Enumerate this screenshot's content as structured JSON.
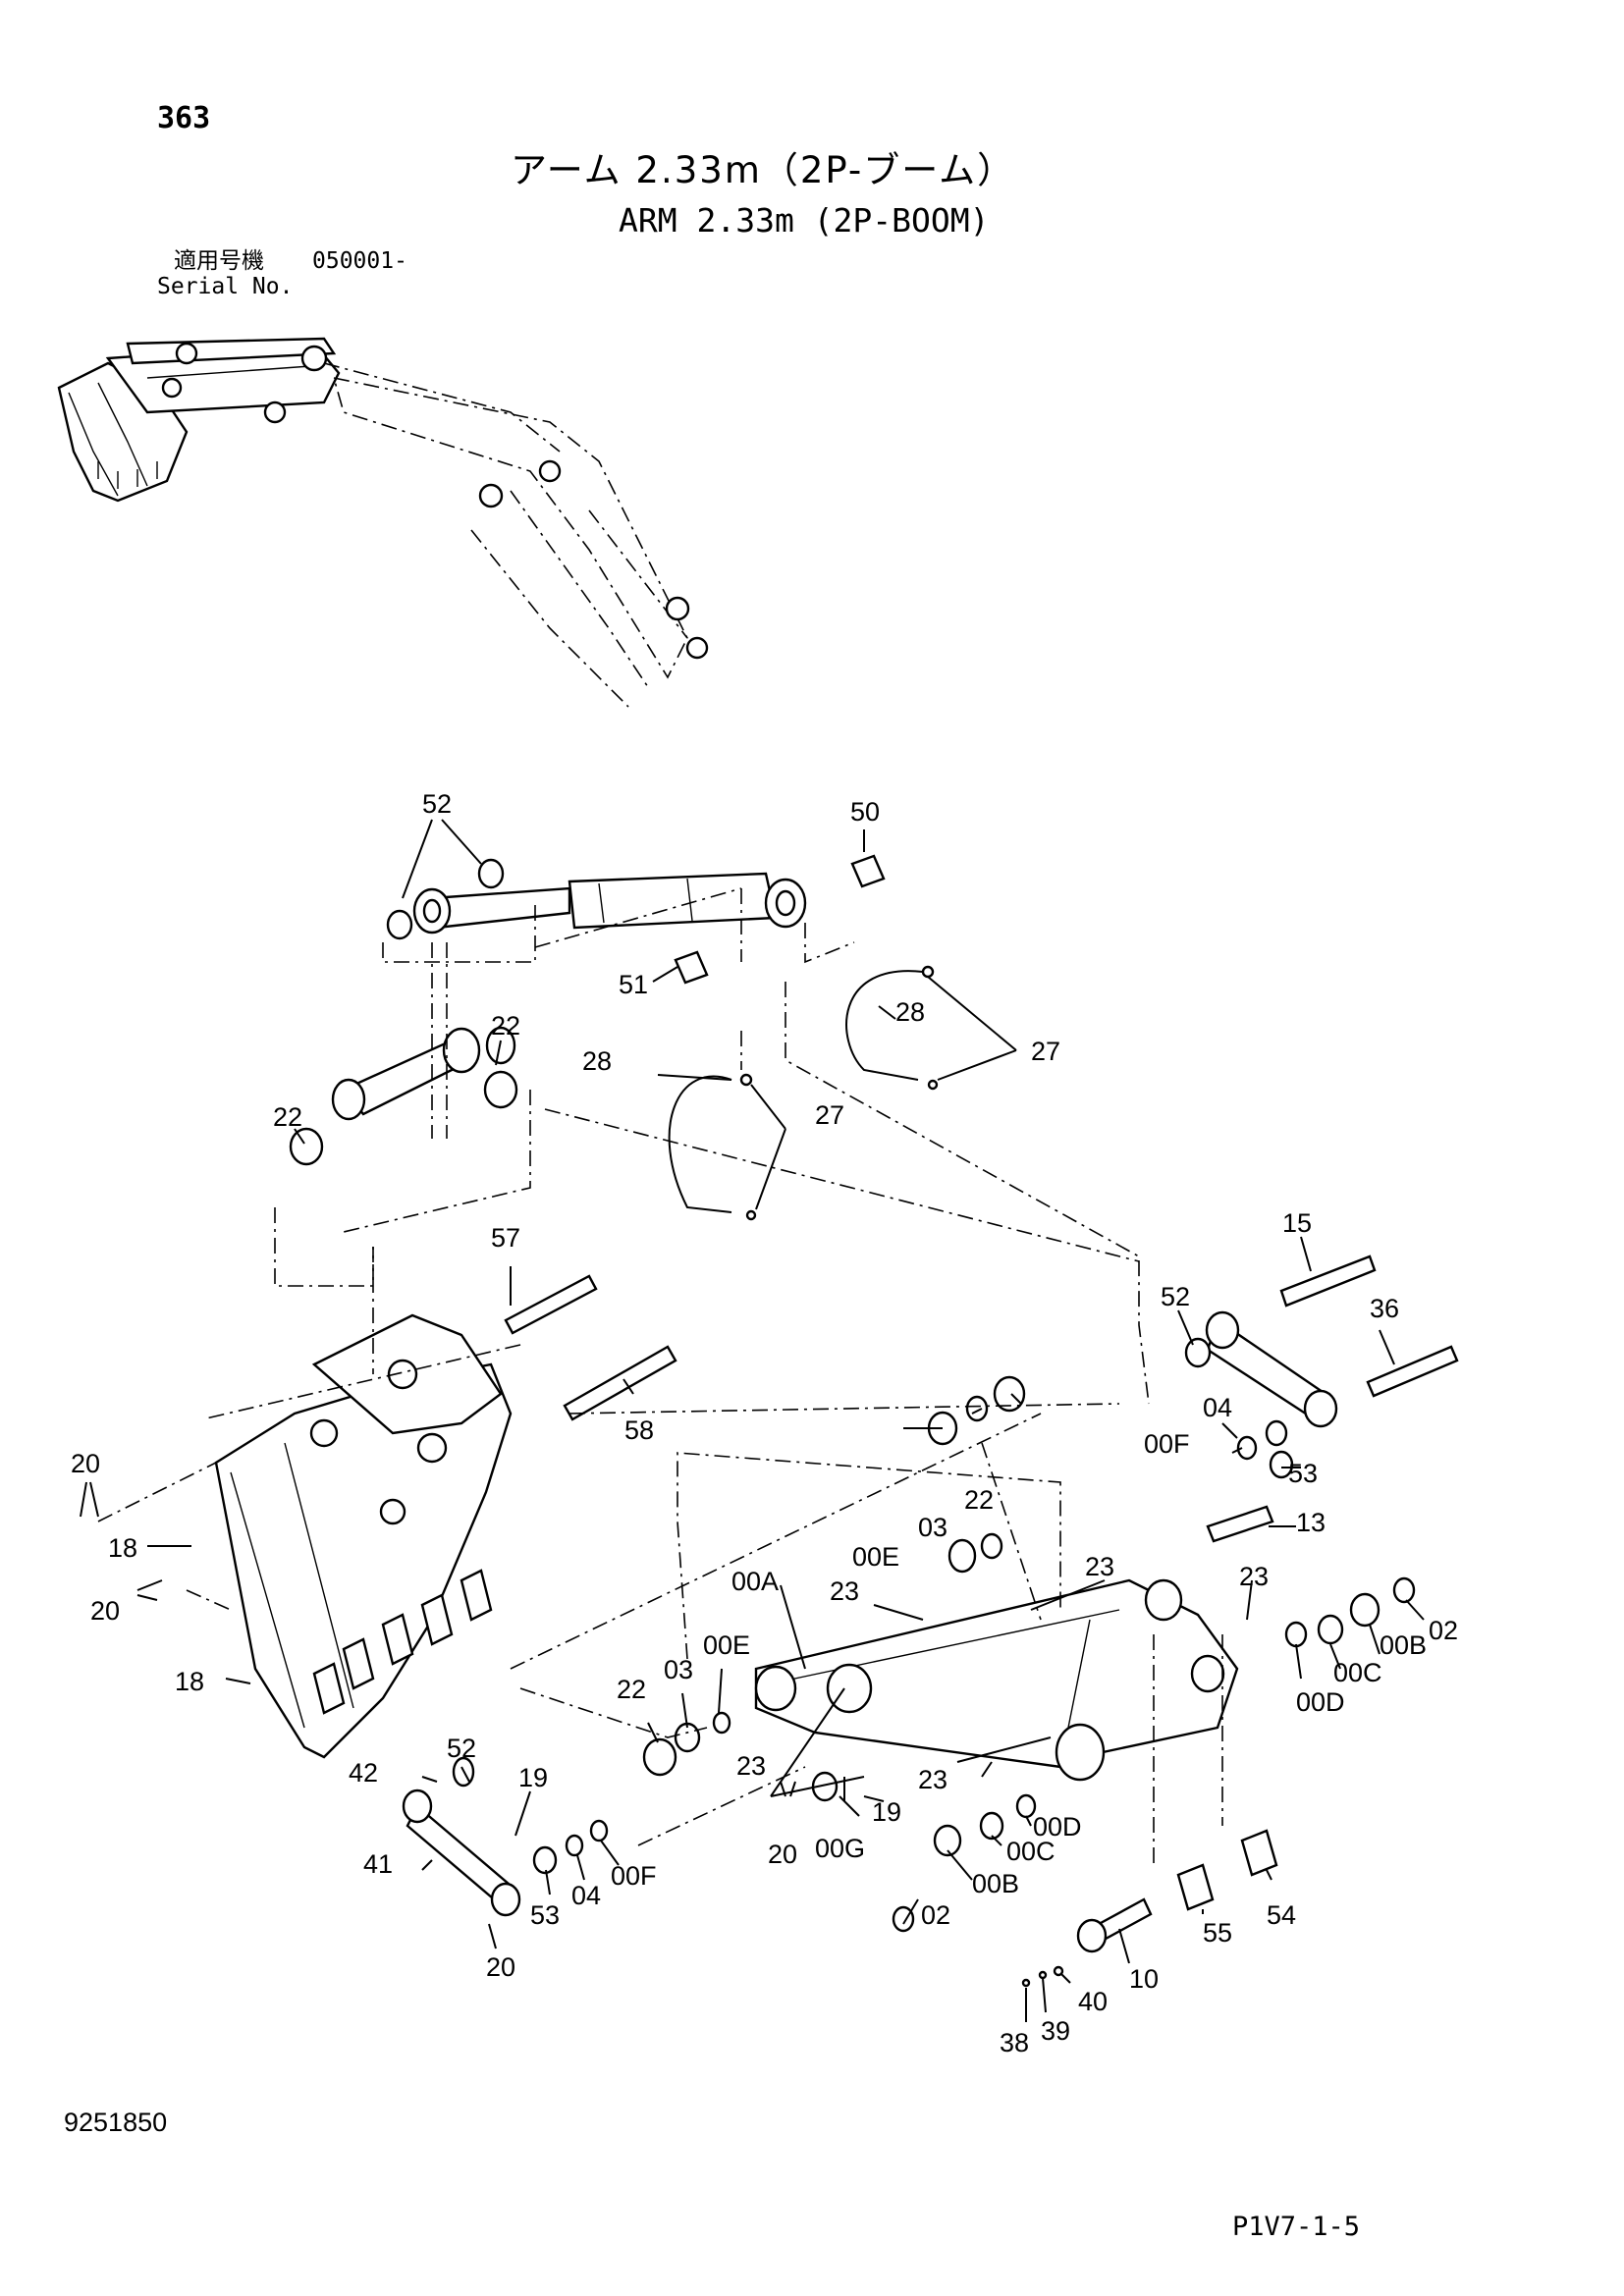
{
  "header": {
    "page_number": "363",
    "title_jp": "アーム 2.33m（2P-ブーム）",
    "title_en": "ARM 2.33m (2P-BOOM)",
    "serial_label_jp": "適用号機",
    "serial_value": "050001-",
    "serial_label_en": "Serial No."
  },
  "footer": {
    "doc_number": "9251850",
    "page_code": "P1V7-1-5"
  },
  "callouts": [
    "52",
    "50",
    "51",
    "28",
    "27",
    "22",
    "28",
    "27",
    "22",
    "57",
    "15",
    "52",
    "36",
    "58",
    "04",
    "00F",
    "53",
    "20",
    "18",
    "20",
    "13",
    "03",
    "22",
    "00E",
    "00A",
    "23",
    "23",
    "23",
    "02",
    "00B",
    "00C",
    "00D",
    "18",
    "22",
    "03",
    "00E",
    "52",
    "19",
    "42",
    "23",
    "23",
    "19",
    "00D",
    "20",
    "00G",
    "00C",
    "41",
    "00B",
    "00F",
    "04",
    "53",
    "02",
    "20",
    "55",
    "54",
    "10",
    "40",
    "38",
    "39"
  ]
}
